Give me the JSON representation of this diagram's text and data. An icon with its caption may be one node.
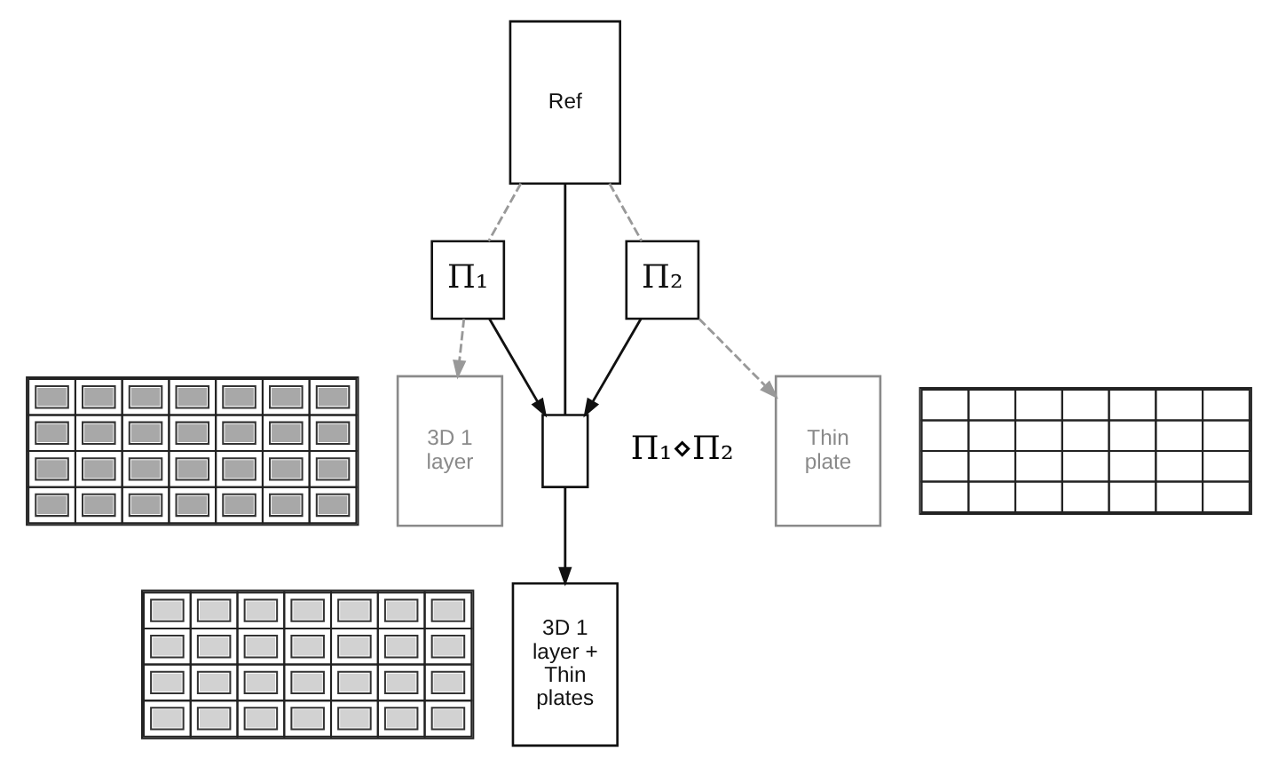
{
  "diagram": {
    "nodes": [
      {
        "text": [
          "Ref"
        ]
      },
      {
        "text": [
          "Π₁"
        ]
      },
      {
        "text": [
          "Π₂"
        ]
      },
      {
        "text": [],
        "shape": "picture"
      },
      {
        "text": [
          "3D 1 layer"
        ]
      },
      {
        "text": [
          "Thin plate"
        ]
      },
      {
        "text": [],
        "shape": "picture"
      },
      {
        "text": [],
        "shape": "box",
        "beside": [
          "Π₁⋄Π₂"
        ]
      },
      {
        "text": [],
        "shape": "picture"
      },
      {
        "text": [
          "3D 1 layer + Thin plates"
        ]
      }
    ],
    "edges": [
      {
        "from": 0,
        "to": 1,
        "arrow": "none",
        "style": "dashed"
      },
      {
        "from": 0,
        "to": 2,
        "arrow": "none",
        "style": "dashed"
      },
      {
        "from": 0,
        "to": 7,
        "arrow": "none",
        "color": "#111111"
      },
      {
        "from": 1,
        "to": 4,
        "arrow": "to",
        "style": "dashed"
      },
      {
        "from": 1,
        "to": 7,
        "arrow": "to",
        "color": "#111111"
      },
      {
        "from": 2,
        "to": 5,
        "arrow": "to",
        "style": "dashed"
      },
      {
        "from": 2,
        "to": 7,
        "arrow": "to",
        "color": "#111111"
      },
      {
        "from": 7,
        "to": 9,
        "arrow": "to",
        "color": "#111111"
      }
    ]
  }
}
